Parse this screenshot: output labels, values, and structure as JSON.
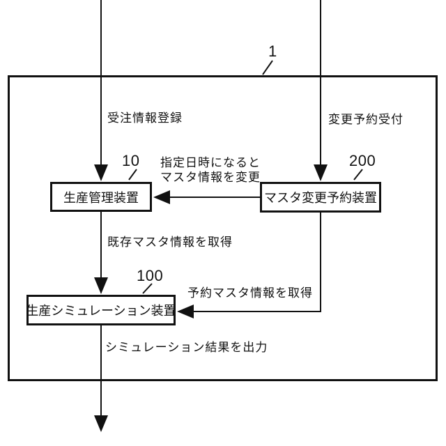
{
  "diagram": {
    "title": "production-system-block-diagram",
    "system": {
      "ref": "1"
    },
    "nodes": {
      "management": {
        "ref": "10",
        "label": "生産管理装置"
      },
      "reservation": {
        "ref": "200",
        "label": "マスタ変更予約装置"
      },
      "simulation": {
        "ref": "100",
        "label": "生産シミュレーション装置"
      }
    },
    "edges": {
      "order_registration": "受注情報登録",
      "change_reservation_accept": "変更予約受付",
      "master_change_line1": "指定日時になると",
      "master_change_line2": "マスタ情報を変更",
      "existing_master_fetch": "既存マスタ情報を取得",
      "reserved_master_fetch": "予約マスタ情報を取得",
      "simulation_output": "シミュレーション結果を出力"
    },
    "colors": {
      "line": "#111111",
      "background": "#ffffff"
    }
  }
}
